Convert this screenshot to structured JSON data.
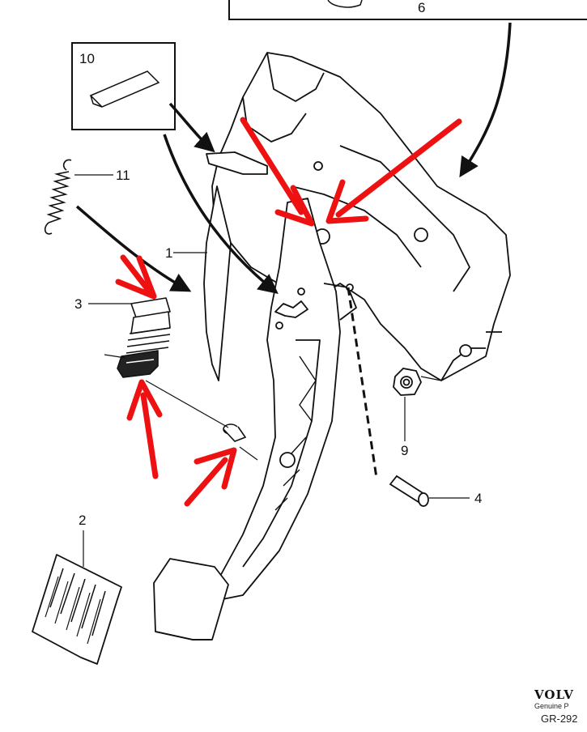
{
  "callouts": {
    "c6": "6",
    "c10": "10",
    "c11": "11",
    "c1": "1",
    "c3": "3",
    "c2": "2",
    "c9": "9",
    "c4": "4"
  },
  "brand": {
    "logo": "VOLV",
    "subtitle": "Genuine P",
    "code": "GR-292"
  },
  "colors": {
    "line": "#111111",
    "highlight_arrow": "#ee1111",
    "background": "#ffffff"
  }
}
